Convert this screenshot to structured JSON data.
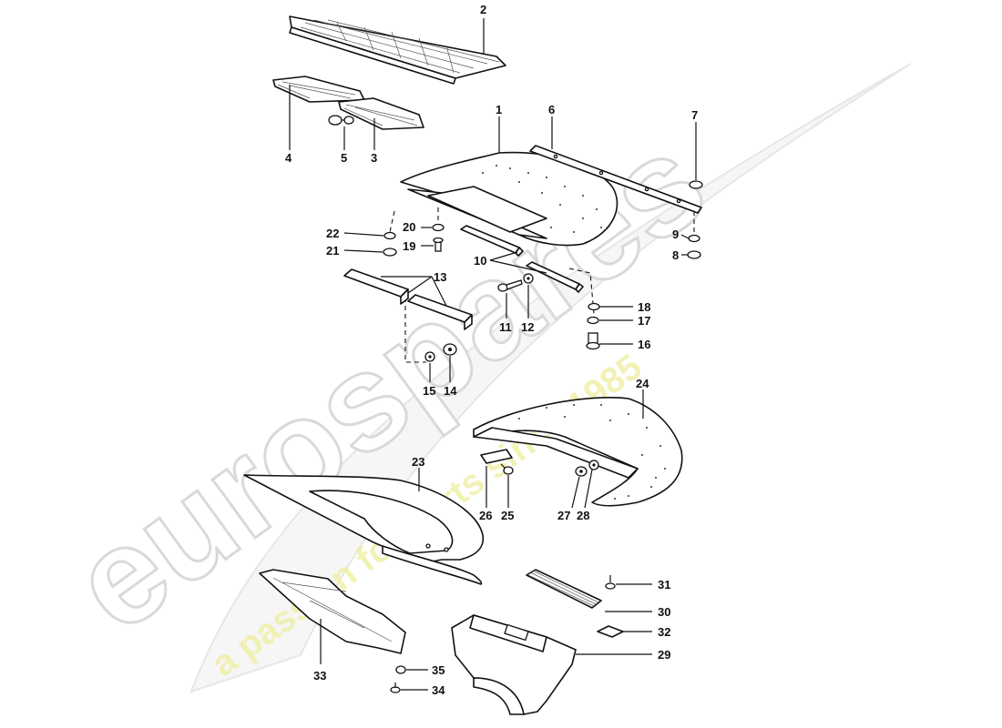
{
  "watermark": {
    "brand": "eurospares",
    "tagline": "a passion for parts since 1985"
  },
  "labels": {
    "p1": "1",
    "p2": "2",
    "p3": "3",
    "p4": "4",
    "p5": "5",
    "p6": "6",
    "p7": "7",
    "p8": "8",
    "p9": "9",
    "p10": "10",
    "p11": "11",
    "p12": "12",
    "p13": "13",
    "p14": "14",
    "p15": "15",
    "p16": "16",
    "p17": "17",
    "p18": "18",
    "p19": "19",
    "p20": "20",
    "p21": "21",
    "p22": "22",
    "p23": "23",
    "p24": "24",
    "p25": "25",
    "p26": "26",
    "p27": "27",
    "p28": "28",
    "p29": "29",
    "p30": "30",
    "p31": "31",
    "p32": "32",
    "p33": "33",
    "p34": "34",
    "p35": "35"
  }
}
